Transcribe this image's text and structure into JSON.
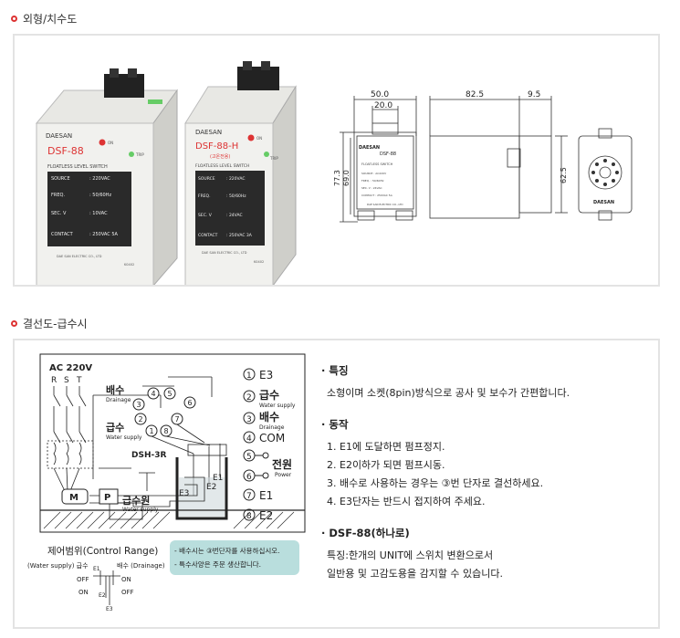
{
  "section1": {
    "title": "외형/치수도"
  },
  "section2": {
    "title": "결선도-급수시"
  },
  "product1": {
    "brand": "DAESAN",
    "model": "DSF-88",
    "lamp1": "ON",
    "lamp2": "TRIP",
    "subtitle": "FLOATLESS  LEVEL SWITCH",
    "rows": [
      [
        "SOURCE",
        ": 220VAC"
      ],
      [
        "FREQ.",
        ": 50/60Hz"
      ],
      [
        "SEC. V",
        ": 10VAC"
      ],
      [
        "CONTACT",
        ": 250VAC 5A"
      ]
    ],
    "maker": "DAE SAN ELECTRIC CO., LTD",
    "code": "K0402"
  },
  "product2": {
    "brand": "DAESAN",
    "model": "DSF-88-H",
    "variant": "(고온전용)",
    "lamp1": "ON",
    "lamp2": "TRIP",
    "subtitle": "FLOATLESS  LEVEL SWITCH",
    "rows": [
      [
        "SOURCE",
        ": 220VAC"
      ],
      [
        "FREQ.",
        ": 50/60Hz"
      ],
      [
        "SEC. V",
        ": 24VAC"
      ],
      [
        "CONTACT",
        ": 250VAC 3A"
      ]
    ],
    "maker": "DAE SAN ELECTRIC CO., LTD",
    "code": "K0402"
  },
  "dims": {
    "w50": "50.0",
    "w20": "20.0",
    "d825": "82.5",
    "d95": "9.5",
    "h773": "77.3",
    "h690": "69.0",
    "h625": "62.5",
    "front_brand": "DAESAN",
    "front_model": "DSF-88",
    "front_sub": "FLOATLESS SWITCH",
    "front_rows": [
      "SOURCE : AC220V",
      "FREQ.  : 50/60Hz",
      "SEC. V : 24VAC",
      "CONTACT : 250VAC 5A"
    ],
    "front_maker": "DAE SAN ELECTRIC CO., LTD",
    "socket_brand": "DAESAN"
  },
  "wiring": {
    "ac": "AC 220V",
    "r": "R",
    "s": "S",
    "t": "T",
    "drain_ko": "배수",
    "drain_en": "Drainage",
    "supply_ko": "급수",
    "supply_en": "Water supply",
    "relay": "DSH-3R",
    "m": "M",
    "p": "P",
    "source_ko": "급수원",
    "source_en": "Water supply",
    "e1": "E1",
    "e2": "E2",
    "e3": "E3",
    "n1": "1",
    "n2": "2",
    "n3": "3",
    "n4": "4",
    "n5": "5",
    "n6": "6",
    "n7": "7",
    "n8": "8",
    "terminals": [
      {
        "num": "1",
        "ko": "E3",
        "en": ""
      },
      {
        "num": "2",
        "ko": "급수",
        "en": "Water supply"
      },
      {
        "num": "3",
        "ko": "배수",
        "en": "Drainage"
      },
      {
        "num": "4",
        "ko": "COM",
        "en": ""
      },
      {
        "num": "5",
        "ko": "",
        "en": ""
      },
      {
        "num": "6",
        "ko": "전원",
        "en": "Power"
      },
      {
        "num": "7",
        "ko": "E1",
        "en": ""
      },
      {
        "num": "8",
        "ko": "E2",
        "en": ""
      }
    ],
    "range_title": "제어범위(Control Range)",
    "range_supply": "(Water supply) 급수",
    "range_drain": "배수 (Drainage)",
    "off": "OFF",
    "on": "ON",
    "note1": "- 배수시는 ③번단자를 사용하십시오.",
    "note2": "- 특수사양은 주문 생산합니다."
  },
  "features": {
    "heading": "· 특징",
    "text": "소형이며 소켓(8pin)방식으로 공사 및 보수가 간편합니다."
  },
  "operation": {
    "heading": "· 동작",
    "items": [
      "1. E1에 도달하면 펌프정지.",
      "2. E2이하가 되면 펌프시동.",
      "3. 배수로 사용하는 경우는 ③번 단자로 결선하세요.",
      "4. E3단자는 반드시 접지하여 주세요."
    ]
  },
  "variant": {
    "heading": "· DSF-88(하나로)",
    "line1": "특징:한개의 UNIT에 스위치 변환으로서",
    "line2": "일반용 및 고감도용을 감지할 수 있습니다."
  },
  "colors": {
    "accent": "#d33333",
    "note_bg": "#b9dedd",
    "panel_border": "#e3e3e3"
  }
}
